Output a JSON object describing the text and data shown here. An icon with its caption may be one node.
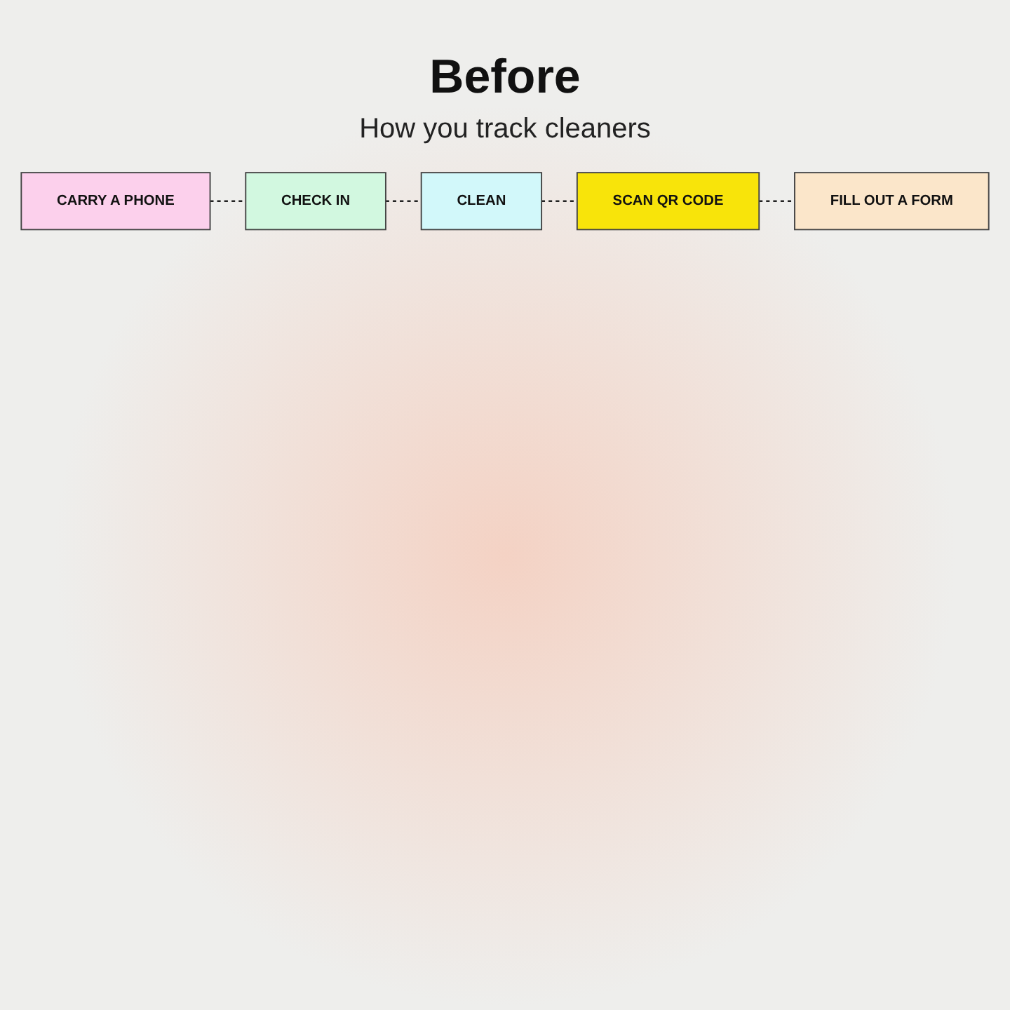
{
  "diagram": {
    "title": "Before",
    "nodes": [
      {
        "text": [
          "CARRY A PHONE"
        ]
      },
      {
        "text": [
          "CHECK IN"
        ]
      },
      {
        "text": [
          "CLEAN"
        ]
      },
      {
        "text": [
          "SCAN QR CODE"
        ]
      },
      {
        "text": [
          "FILL OUT A FORM"
        ]
      }
    ],
    "edges": [
      {
        "from": 0,
        "to": 1,
        "arrow": "none",
        "style": "dashed"
      },
      {
        "from": 1,
        "to": 2,
        "arrow": "none",
        "style": "dashed"
      },
      {
        "from": 2,
        "to": 3,
        "arrow": "none",
        "style": "dashed"
      },
      {
        "from": 3,
        "to": 4,
        "arrow": "none",
        "style": "dashed"
      }
    ],
    "labels": [
      "How you track cleaners"
    ]
  }
}
